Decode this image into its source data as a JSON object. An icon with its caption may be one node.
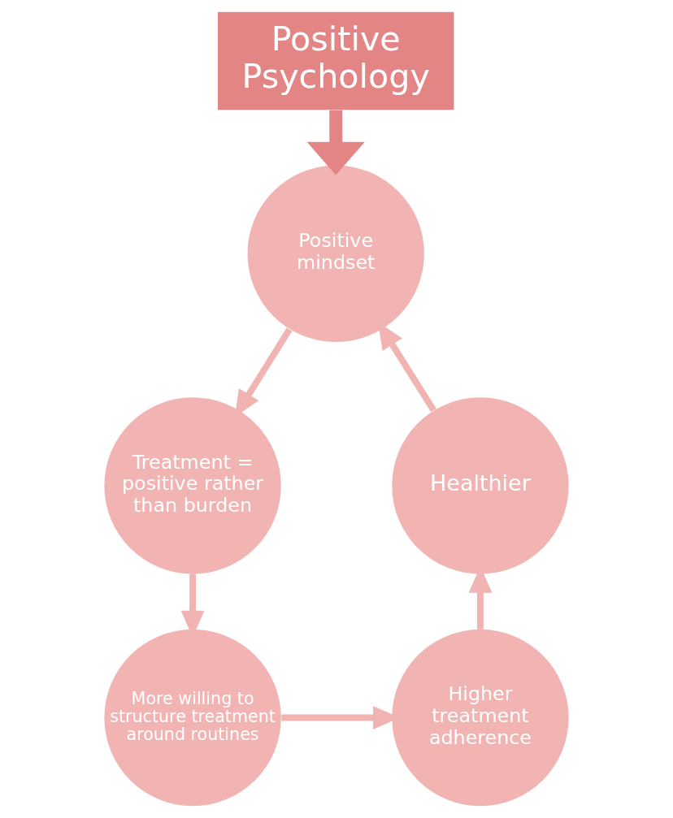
{
  "diagram": {
    "nodes": [
      {
        "text": [
          "Positive Psychology"
        ]
      },
      {
        "text": [
          "Positive mindset"
        ]
      },
      {
        "text": [
          "Treatment = positive rather than burden"
        ]
      },
      {
        "text": [
          "More willing to structure treatment around routines"
        ]
      },
      {
        "text": [
          "Higher treatment adherence"
        ]
      },
      {
        "text": [
          "Healthier"
        ]
      }
    ],
    "edges": [
      {
        "from": 0,
        "to": 1,
        "arrow": "to",
        "style": "thick",
        "color": "#e38585"
      },
      {
        "from": 1,
        "to": 2,
        "arrow": "to"
      },
      {
        "from": 2,
        "to": 3,
        "arrow": "to"
      },
      {
        "from": 3,
        "to": 4,
        "arrow": "to"
      },
      {
        "from": 4,
        "to": 5,
        "arrow": "to"
      },
      {
        "from": 5,
        "to": 1,
        "arrow": "to"
      }
    ]
  }
}
